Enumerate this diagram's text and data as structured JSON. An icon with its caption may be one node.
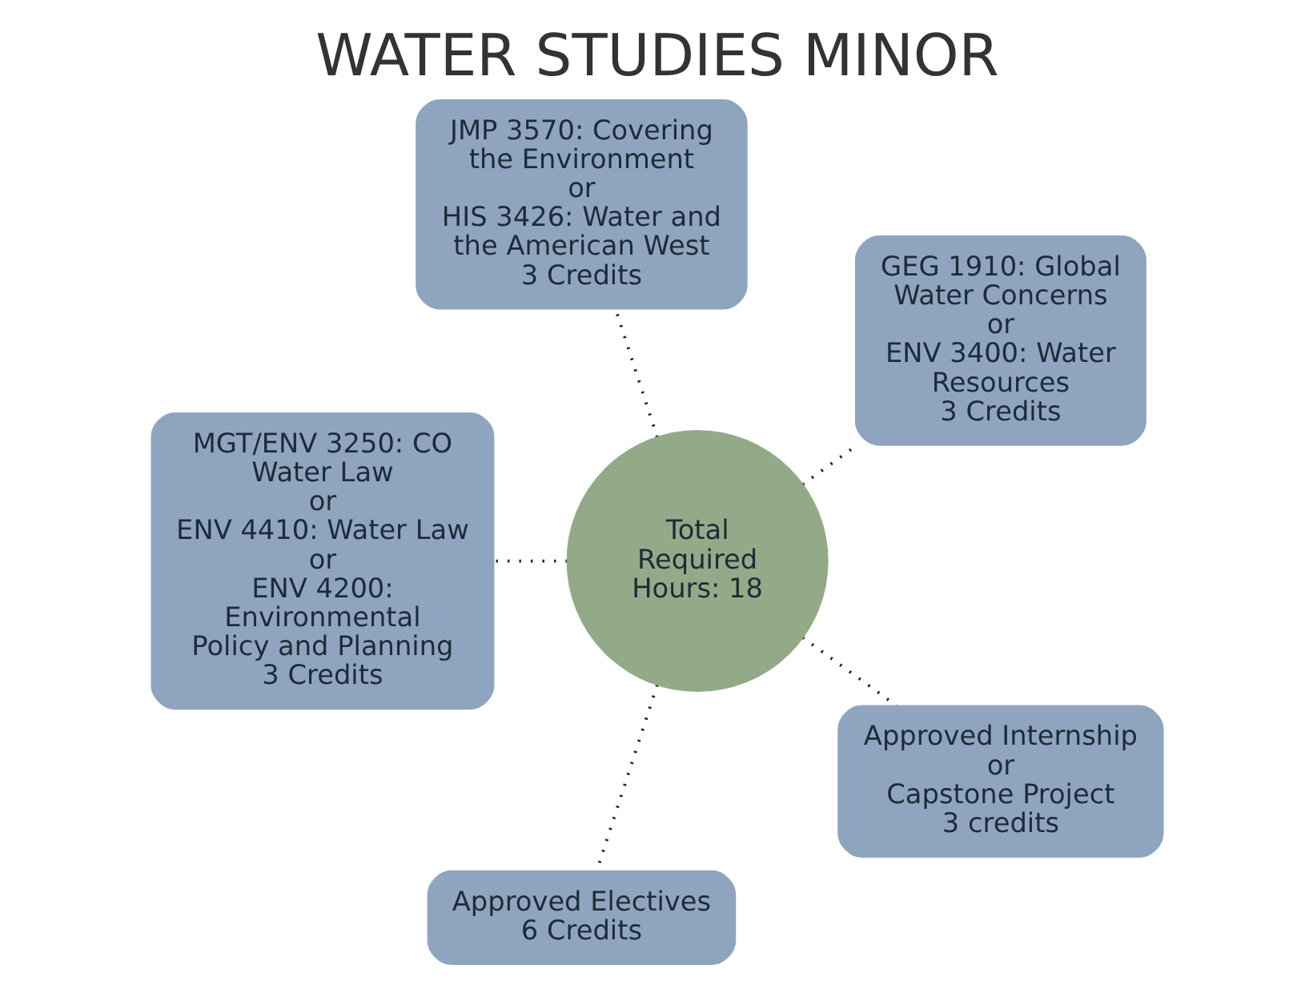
{
  "diagram": {
    "title": "WATER STUDIES MINOR",
    "nodes": [
      {
        "text": [
          "JMP 3570: Covering the Environment",
          "or",
          "HIS 3426: Water and the American West",
          "3 Credits"
        ]
      },
      {
        "text": [
          "GEG 1910: Global Water Concerns",
          "or",
          "ENV 3400: Water Resources",
          "3 Credits"
        ]
      },
      {
        "text": [
          "MGT/ENV 3250: CO Water Law",
          "or",
          "ENV 4410: Water Law",
          "or",
          "ENV 4200: Environmental Policy and Planning",
          "3 Credits"
        ]
      },
      {
        "text": [
          "Total Required Hours: 18"
        ]
      },
      {
        "text": [
          "Approved Internship",
          "or",
          "Capstone Project",
          "3 credits"
        ]
      },
      {
        "text": [
          "Approved Electives",
          "6 Credits"
        ]
      }
    ],
    "edges": [
      {
        "from": 3,
        "to": 0,
        "arrow": "none"
      },
      {
        "from": 3,
        "to": 1,
        "arrow": "none"
      },
      {
        "from": 3,
        "to": 4,
        "arrow": "none"
      },
      {
        "from": 3,
        "to": 5,
        "arrow": "none"
      },
      {
        "from": 3,
        "to": 2,
        "arrow": "none"
      }
    ]
  }
}
